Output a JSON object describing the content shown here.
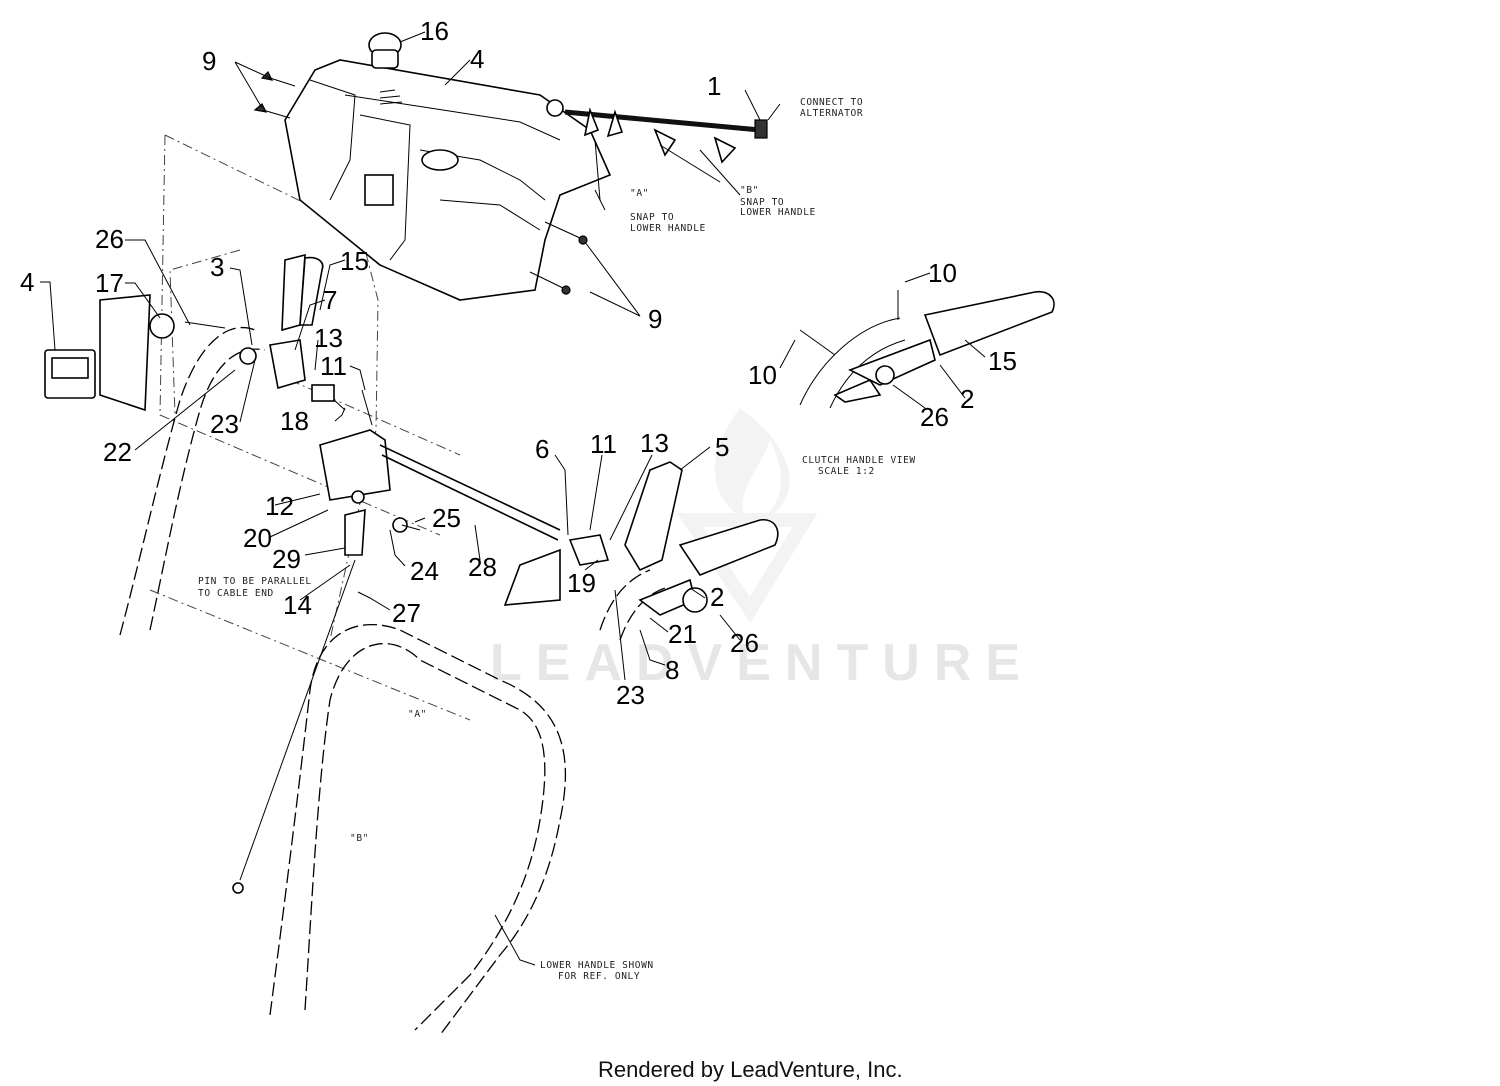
{
  "callouts": [
    {
      "label": "1"
    },
    {
      "label": "2"
    },
    {
      "label": "2"
    },
    {
      "label": "3"
    },
    {
      "label": "4"
    },
    {
      "label": "4"
    },
    {
      "label": "5"
    },
    {
      "label": "6"
    },
    {
      "label": "7"
    },
    {
      "label": "8"
    },
    {
      "label": "9"
    },
    {
      "label": "9"
    },
    {
      "label": "10"
    },
    {
      "label": "10"
    },
    {
      "label": "11"
    },
    {
      "label": "11"
    },
    {
      "label": "12"
    },
    {
      "label": "13"
    },
    {
      "label": "13"
    },
    {
      "label": "14"
    },
    {
      "label": "15"
    },
    {
      "label": "15"
    },
    {
      "label": "16"
    },
    {
      "label": "17"
    },
    {
      "label": "18"
    },
    {
      "label": "19"
    },
    {
      "label": "20"
    },
    {
      "label": "21"
    },
    {
      "label": "22"
    },
    {
      "label": "23"
    },
    {
      "label": "23"
    },
    {
      "label": "24"
    },
    {
      "label": "25"
    },
    {
      "label": "26"
    },
    {
      "label": "26"
    },
    {
      "label": "26"
    },
    {
      "label": "27"
    },
    {
      "label": "28"
    },
    {
      "label": "29"
    }
  ],
  "notes": {
    "connect_1": "CONNECT TO",
    "connect_2": "ALTERNATOR",
    "snap_a_1": "\"A\"",
    "snap_a_2": "SNAP TO",
    "snap_a_3": "LOWER HANDLE",
    "snap_b_1": "\"B\"",
    "snap_b_2": "SNAP TO",
    "snap_b_3": "LOWER HANDLE",
    "clutch_1": "CLUTCH HANDLE VIEW",
    "clutch_2": "SCALE 1:2",
    "pin_1": "PIN TO BE PARALLEL",
    "pin_2": "TO CABLE END",
    "lower_1": "LOWER HANDLE SHOWN",
    "lower_2": "FOR REF. ONLY",
    "marker_a": "\"A\"",
    "marker_b": "\"B\""
  },
  "watermark": "LEADVENTURE",
  "footer": "Rendered by LeadVenture, Inc."
}
